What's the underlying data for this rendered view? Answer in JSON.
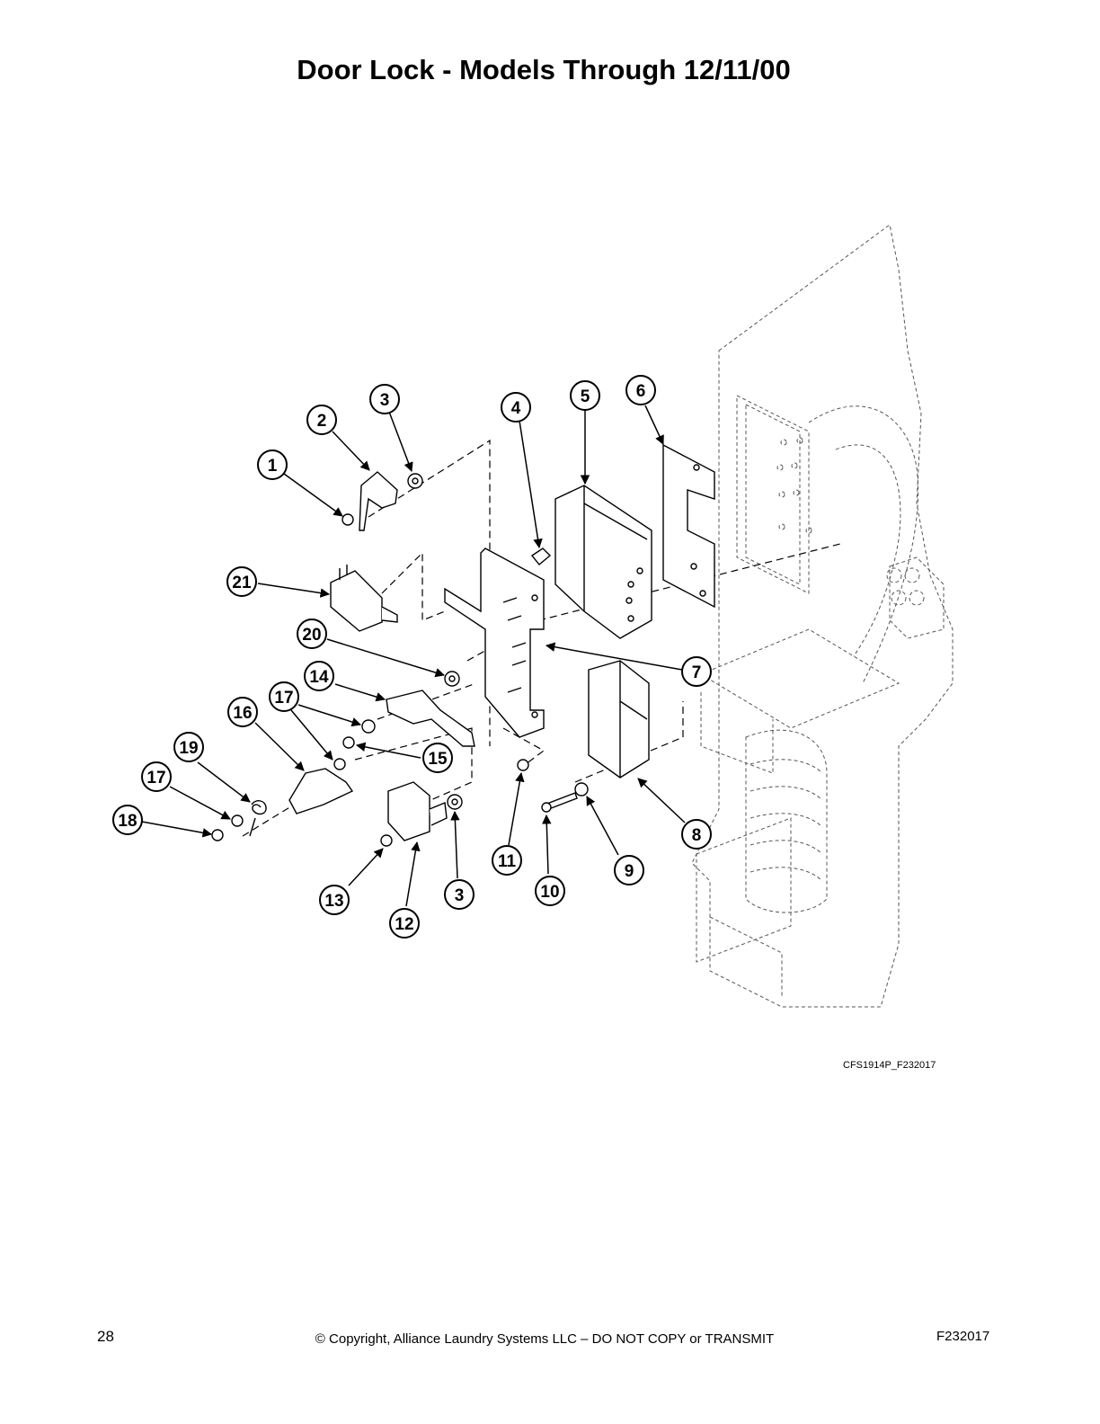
{
  "page": {
    "title": "Door Lock - Models Through 12/11/00",
    "figure_code": "CFS1914P_F232017",
    "page_number": "28",
    "copyright": "© Copyright, Alliance Laundry Systems LLC – DO NOT COPY or TRANSMIT",
    "doc_code": "F232017"
  },
  "callouts": [
    "1",
    "2",
    "3",
    "4",
    "5",
    "6",
    "21",
    "20",
    "14",
    "7",
    "17",
    "16",
    "15",
    "19",
    "17",
    "18",
    "11",
    "8",
    "9",
    "10",
    "13",
    "3",
    "12"
  ]
}
